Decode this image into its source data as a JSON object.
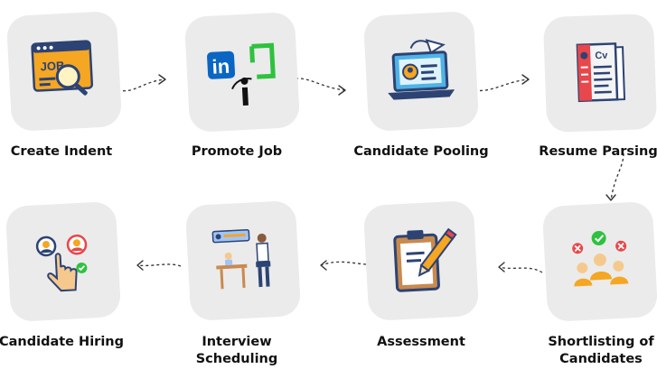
{
  "diagram": {
    "steps": [
      {
        "label": "Create Indent",
        "icon": "job-search-icon"
      },
      {
        "label": "Promote Job",
        "icon": "linkedin-indeed-logos-icon"
      },
      {
        "label": "Candidate Pooling",
        "icon": "laptop-profile-icon"
      },
      {
        "label": "Resume Parsing",
        "icon": "cv-document-icon"
      },
      {
        "label": "Shortlisting of Candidates",
        "icon": "shortlist-people-icon"
      },
      {
        "label": "Assessment",
        "icon": "clipboard-pencil-icon"
      },
      {
        "label": "Interview Scheduling",
        "icon": "interview-desk-icon"
      },
      {
        "label": "Candidate Hiring",
        "icon": "hire-select-icon"
      }
    ],
    "logos": {
      "linkedin": "in",
      "document": "Cv",
      "job": "JOB"
    },
    "colors": {
      "tile": "#ebebeb",
      "orange": "#f5a623",
      "navy": "#2d4373",
      "linkedin": "#0a66c2",
      "green": "#2ec23e",
      "red": "#e8474b"
    }
  }
}
